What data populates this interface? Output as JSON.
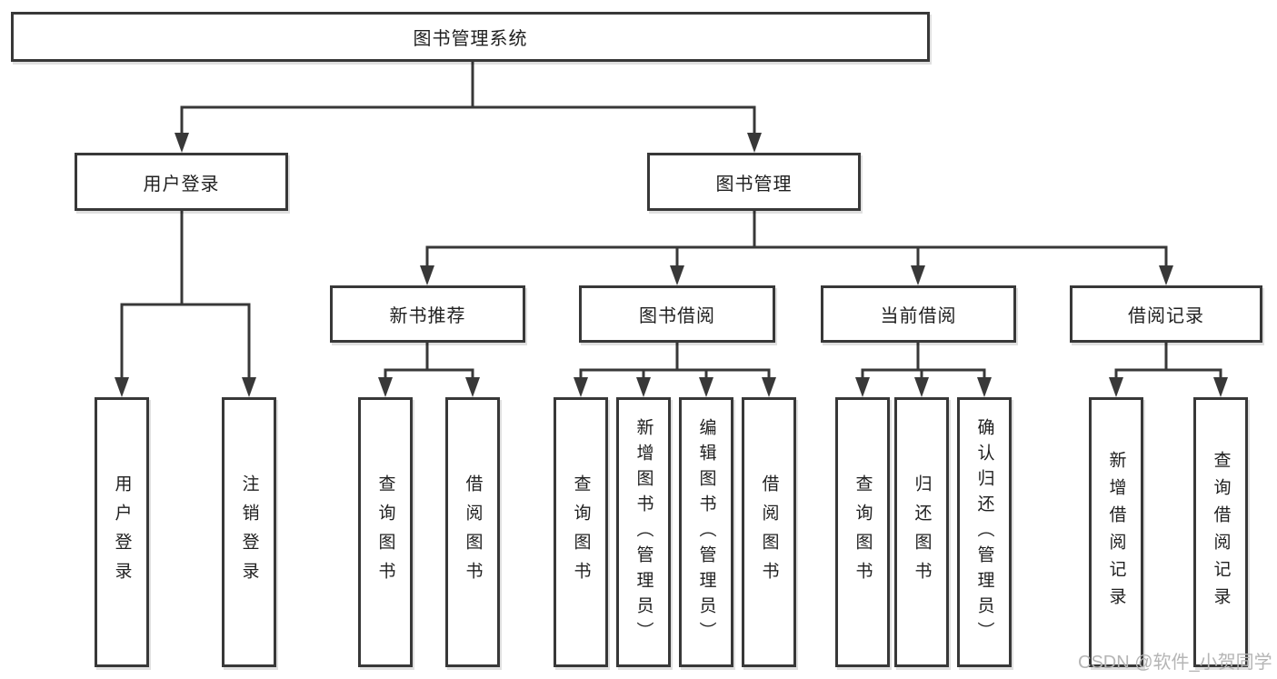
{
  "tree": {
    "label": "图书管理系统",
    "children": [
      {
        "label": "用户登录",
        "children": [
          {
            "label": "用户登录"
          },
          {
            "label": "注销登录"
          }
        ]
      },
      {
        "label": "图书管理",
        "children": [
          {
            "label": "新书推荐",
            "children": [
              {
                "label": "查询图书"
              },
              {
                "label": "借阅图书"
              }
            ]
          },
          {
            "label": "图书借阅",
            "children": [
              {
                "label": "查询图书"
              },
              {
                "label": "新增图书（管理员）"
              },
              {
                "label": "编辑图书（管理员）"
              },
              {
                "label": "借阅图书"
              }
            ]
          },
          {
            "label": "当前借阅",
            "children": [
              {
                "label": "查询图书"
              },
              {
                "label": "归还图书"
              },
              {
                "label": "确认归还（管理员）"
              }
            ]
          },
          {
            "label": "借阅记录",
            "children": [
              {
                "label": "新增借阅记录"
              },
              {
                "label": "查询借阅记录"
              }
            ]
          }
        ]
      }
    ]
  },
  "watermark": "CSDN @软件_小贺同学",
  "colors": {
    "line": "#383838",
    "text": "#1f1f1f",
    "watermark": "#b5b5b5",
    "background": "#ffffff"
  }
}
